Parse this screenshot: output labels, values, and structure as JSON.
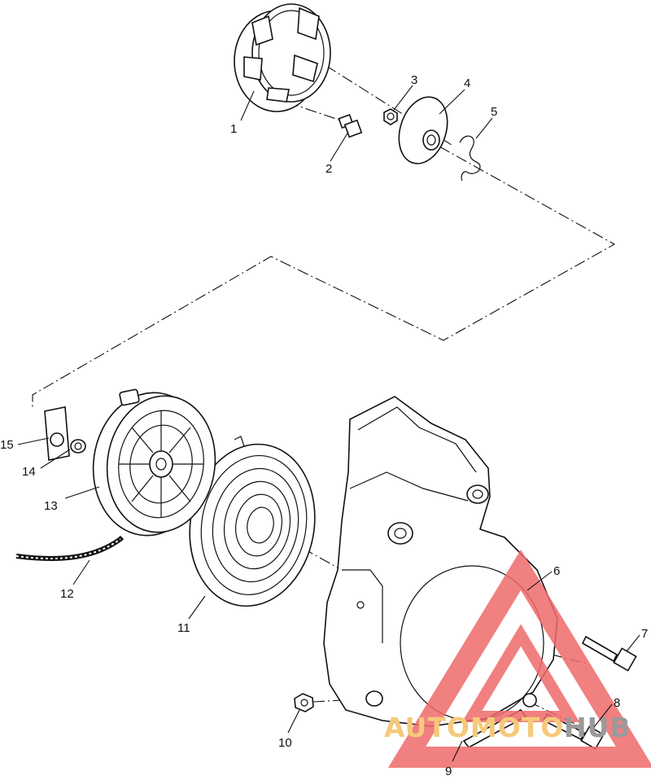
{
  "callouts": [
    "1",
    "2",
    "3",
    "4",
    "5",
    "6",
    "7",
    "8",
    "9",
    "10",
    "11",
    "12",
    "13",
    "14",
    "15"
  ],
  "watermark": {
    "text_part1": "AUTOMOTO",
    "text_part2": "HUB",
    "color_text1": "#f5c97a",
    "color_text2": "#9a9a9a",
    "color_triangle": "#ef6a6a"
  }
}
